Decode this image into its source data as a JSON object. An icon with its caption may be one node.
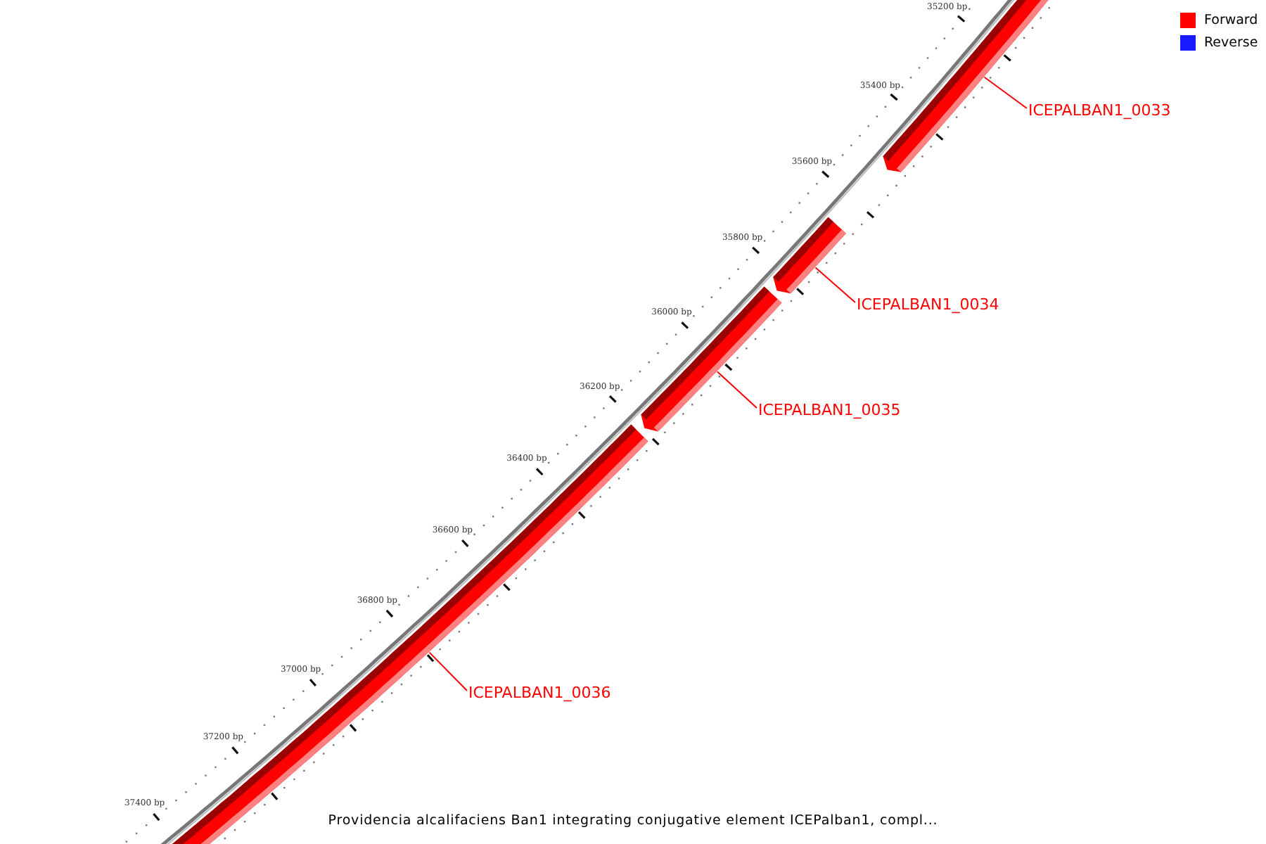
{
  "diagram": {
    "caption": "Providencia alcalifaciens Ban1 integrating conjugative element ICEPalban1, compl...",
    "nodes": [
      {
        "text": [
          "ICEPALBAN1_0033"
        ]
      },
      {
        "text": [
          "ICEPALBAN1_0034"
        ]
      },
      {
        "text": [
          "ICEPALBAN1_0035"
        ]
      },
      {
        "text": [
          "ICEPALBAN1_0036"
        ]
      },
      {
        "text": [],
        "shape": "arrow"
      },
      {
        "text": [],
        "shape": "arrow"
      },
      {
        "text": [],
        "shape": "arrow"
      },
      {
        "text": [],
        "shape": "arrow"
      }
    ],
    "edges": [
      {
        "from": 0,
        "to": 4,
        "arrow": "none",
        "color": "#ff0000"
      },
      {
        "from": 1,
        "to": 5,
        "arrow": "none",
        "color": "#ff0000"
      },
      {
        "from": 2,
        "to": 6,
        "arrow": "none",
        "color": "#ff0000"
      },
      {
        "from": 3,
        "to": 7,
        "arrow": "none",
        "color": "#ff0000"
      }
    ],
    "labels": [
      "35200 bp",
      "35400 bp",
      "35600 bp",
      "35800 bp",
      "36000 bp",
      "36200 bp",
      "36400 bp",
      "36600 bp",
      "36800 bp",
      "37000 bp",
      "37200 bp",
      "37400 bp"
    ],
    "legend": [
      {
        "text": "Forward",
        "color": "#ff0000"
      },
      {
        "text": "Reverse",
        "color": "#1a1aff"
      }
    ]
  }
}
